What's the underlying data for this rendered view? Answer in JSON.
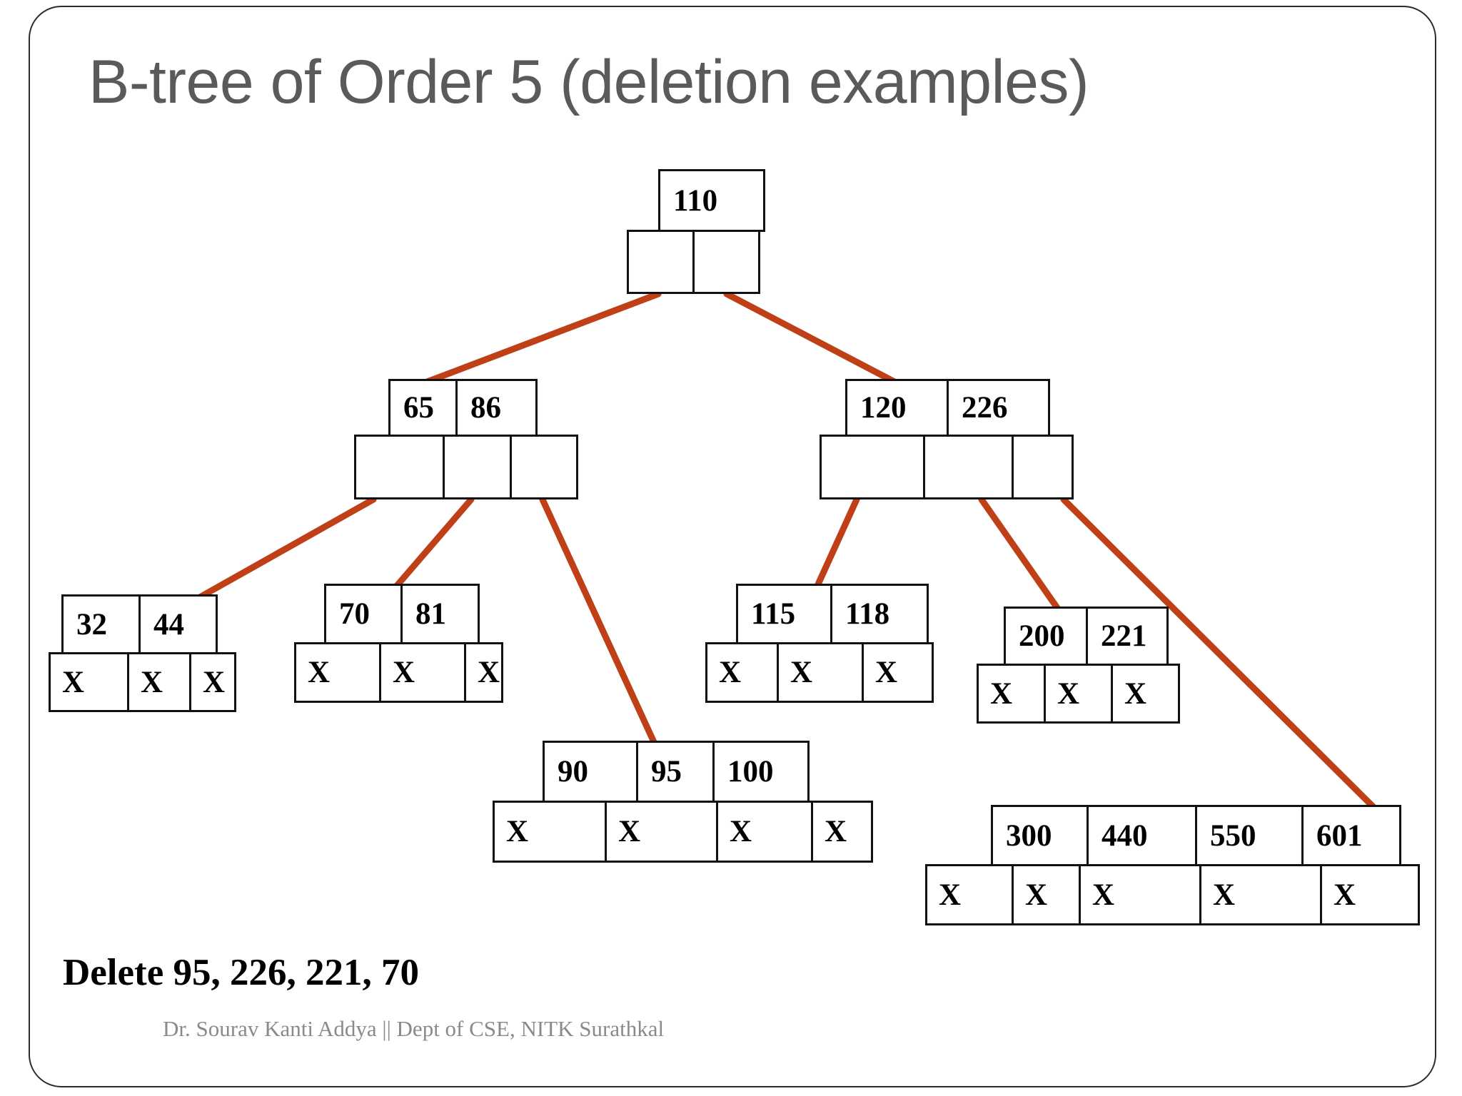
{
  "slide": {
    "title": "B-tree of Order 5 (deletion examples)",
    "delete_line": "Delete 95, 226, 221, 70",
    "attribution": "Dr. Sourav Kanti Addya || Dept of CSE, NITK Surathkal",
    "title_color": "#5a5a5a",
    "edge_color": "#bf4017",
    "box_border_color": "#111111",
    "attribution_color": "#8a8a8a",
    "background": "#ffffff"
  },
  "chart_data": {
    "type": "diagram",
    "diagram_kind": "b-tree",
    "order": 5,
    "title": "B-tree of Order 5 (deletion examples)",
    "operation": "Delete 95, 226, 221, 70",
    "delete_sequence": [
      95,
      226,
      221,
      70
    ],
    "pointer_placeholder": "X",
    "nodes": [
      {
        "id": "root",
        "level": 0,
        "keys": [
          "110"
        ],
        "pointers": [
          "",
          ""
        ],
        "pointer_count": 2
      },
      {
        "id": "internal-left",
        "level": 1,
        "keys": [
          "65",
          "86"
        ],
        "pointers": [
          "",
          "",
          ""
        ],
        "pointer_count": 3
      },
      {
        "id": "internal-right",
        "level": 1,
        "keys": [
          "120",
          "226"
        ],
        "pointers": [
          "",
          "",
          ""
        ],
        "pointer_count": 3
      },
      {
        "id": "leaf-32-44",
        "level": 2,
        "keys": [
          "32",
          "44"
        ],
        "pointers": [
          "X",
          "X",
          "X"
        ],
        "pointer_count": 3
      },
      {
        "id": "leaf-70-81",
        "level": 2,
        "keys": [
          "70",
          "81"
        ],
        "pointers": [
          "X",
          "X",
          "X"
        ],
        "pointer_count": 3
      },
      {
        "id": "leaf-90-95-100",
        "level": 2,
        "keys": [
          "90",
          "95",
          "100"
        ],
        "pointers": [
          "X",
          "X",
          "X",
          "X"
        ],
        "pointer_count": 4
      },
      {
        "id": "leaf-115-118",
        "level": 2,
        "keys": [
          "115",
          "118"
        ],
        "pointers": [
          "X",
          "X",
          "X"
        ],
        "pointer_count": 3
      },
      {
        "id": "leaf-200-221",
        "level": 2,
        "keys": [
          "200",
          "221"
        ],
        "pointers": [
          "X",
          "X",
          "X"
        ],
        "pointer_count": 3
      },
      {
        "id": "leaf-300-440-550-601",
        "level": 2,
        "keys": [
          "300",
          "440",
          "550",
          "601"
        ],
        "pointers": [
          "X",
          "X",
          "X",
          "X",
          "X"
        ],
        "pointer_count": 5
      }
    ],
    "edges": [
      {
        "from": "root",
        "to": "internal-left"
      },
      {
        "from": "root",
        "to": "internal-right"
      },
      {
        "from": "internal-left",
        "to": "leaf-32-44"
      },
      {
        "from": "internal-left",
        "to": "leaf-70-81"
      },
      {
        "from": "internal-left",
        "to": "leaf-90-95-100"
      },
      {
        "from": "internal-right",
        "to": "leaf-115-118"
      },
      {
        "from": "internal-right",
        "to": "leaf-200-221"
      },
      {
        "from": "internal-right",
        "to": "leaf-300-440-550-601"
      }
    ]
  }
}
